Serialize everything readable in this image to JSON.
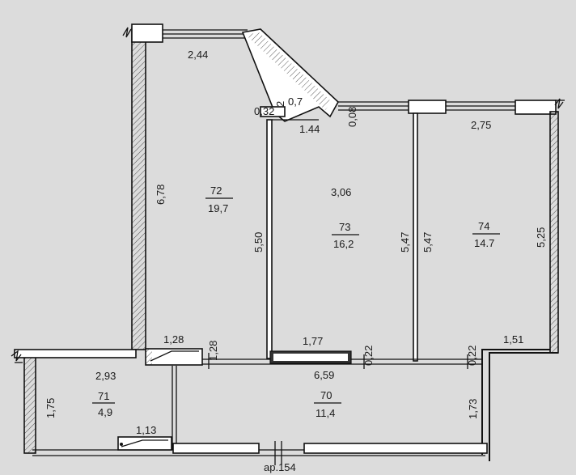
{
  "plan": {
    "background": "#dcdcdc",
    "line_color": "#111111",
    "rooms": [
      {
        "number": "72",
        "area": "19,7"
      },
      {
        "number": "73",
        "area": "16,2"
      },
      {
        "number": "74",
        "area": "14.7"
      },
      {
        "number": "71",
        "area": "4,9"
      },
      {
        "number": "70",
        "area": "11,4"
      }
    ],
    "dimensions": {
      "d_2_44": "2,44",
      "d_0_32": "0,32",
      "d_2": "2",
      "d_0_7": "0,7",
      "d_1_44": "1.44",
      "d_0_08": "0,08",
      "d_2_75": "2,75",
      "d_6_78": "6,78",
      "d_3_06": "3,06",
      "d_5_50": "5,50",
      "d_5_47a": "5,47",
      "d_5_47b": "5,47",
      "d_5_25": "5,25",
      "d_1_28a": "1,28",
      "d_1_28b": "1,28",
      "d_1_77": "1,77",
      "d_0_22a": "0,22",
      "d_0_22b": "0,22",
      "d_1_51": "1,51",
      "d_2_93": "2,93",
      "d_6_59": "6,59",
      "d_1_75": "1,75",
      "d_1_73": "1,73",
      "d_1_13": "1,13"
    },
    "footer_label": "ар.154"
  }
}
